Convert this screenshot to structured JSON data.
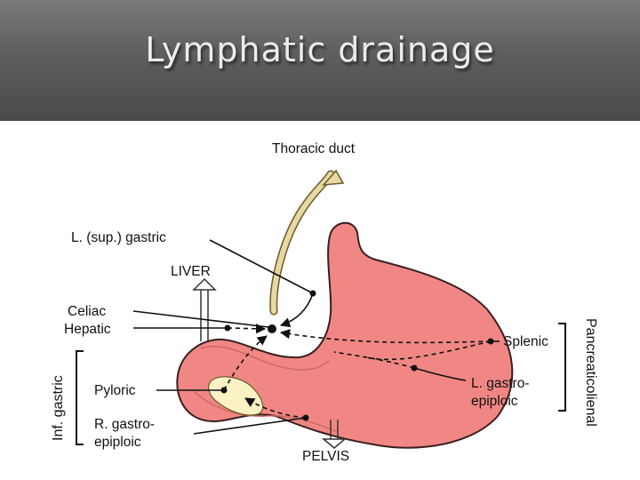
{
  "slide": {
    "title": "Lymphatic drainage"
  },
  "diagram": {
    "labels": {
      "thoracic_duct": "Thoracic duct",
      "l_sup_gastric": "L. (sup.) gastric",
      "liver": "LIVER",
      "celiac": "Celiac",
      "hepatic": "Hepatic",
      "splenic": "Splenic",
      "pyloric": "Pyloric",
      "l_gastroepiploic_1": "L. gastro-",
      "l_gastroepiploic_2": "epiploic",
      "r_gastroepiploic_1": "R. gastro-",
      "r_gastroepiploic_2": "epiploic",
      "pelvis": "PELVIS",
      "inf_gastric": "Inf. gastric",
      "pancreaticolienal": "Pancreaticolienal"
    },
    "colors": {
      "stomach": "#f08784",
      "stomach_outline": "#3a1f1f",
      "pancreas": "#fbf2c4",
      "thoracic_duct": "#e7d9a3",
      "header": "#5e5e5e"
    }
  }
}
